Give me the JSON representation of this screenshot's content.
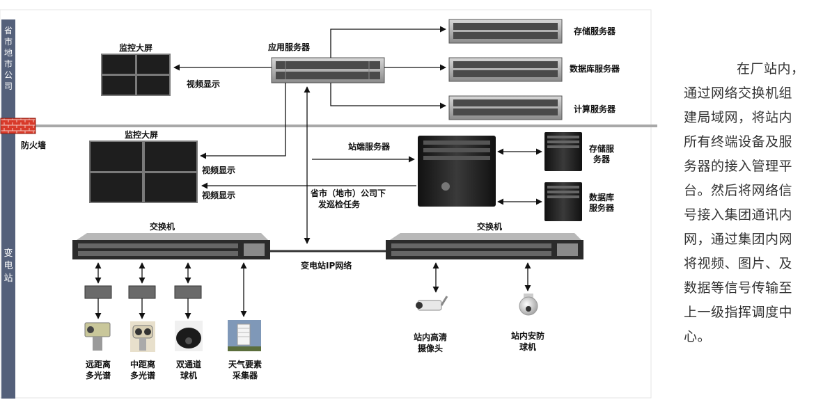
{
  "diagram": {
    "side_labels": {
      "upper": "省市地市公司",
      "lower": "变电站"
    },
    "firewall": {
      "label": "防火墙",
      "color": "#d83a2a"
    },
    "upper_zone": {
      "monitor_wall_label": "监控大屏",
      "video_display_label": "视频显示",
      "app_server_label": "应用服务器",
      "servers": [
        "存储服务器",
        "数据库服务器",
        "计算服务器"
      ]
    },
    "station_zone": {
      "monitor_wall_label": "监控大屏",
      "video_display_labels": [
        "视频显示",
        "视频显示"
      ],
      "station_server_label": "站端服务器",
      "task_label_lines": [
        "省市（地市）公司下",
        "发巡检任务"
      ],
      "storage_server_lines": [
        "存储服",
        "务器"
      ],
      "db_server_lines": [
        "数据库",
        "服务器"
      ],
      "left_switch_label": "交换机",
      "right_switch_label": "交换机",
      "ip_network_label": "变电站IP网络",
      "left_devices": [
        [
          "远距离",
          "多光谱"
        ],
        [
          "中距离",
          "多光谱"
        ],
        [
          "双通道",
          "球机"
        ],
        [
          "天气要素",
          "采集器"
        ]
      ],
      "right_devices": [
        [
          "站内高清",
          "摄像头"
        ],
        [
          "站内安防",
          "球机"
        ]
      ]
    },
    "colors": {
      "side_bar": "#54607a",
      "divider": "#a8a8a8",
      "line": "#111111",
      "server_bg": "#3c3c3c"
    }
  },
  "paragraph": {
    "lines": [
      "在厂站内，",
      "通过网络交换机组",
      "建局域网，将站内",
      "所有终端设备及服",
      "务器的接入管理平",
      "台。然后将网络信",
      "号接入集团通讯内",
      "网，通过集团内网",
      "将视频、图片、及",
      "数据等信号传输至",
      "上一级指挥调度中",
      "心。"
    ]
  }
}
